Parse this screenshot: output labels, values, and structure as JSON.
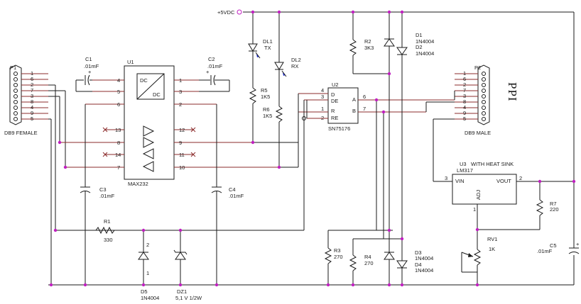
{
  "diagram": {
    "power_label": "+5VDC",
    "side_label": "PPI",
    "parts": {
      "P1": {
        "ref": "P1",
        "name": "DB9 FEMALE",
        "pins": [
          "1",
          "6",
          "2",
          "7",
          "3",
          "8",
          "4",
          "9",
          "5"
        ]
      },
      "P2": {
        "ref": "P2",
        "name": "DB9 MALE",
        "pins": [
          "1",
          "6",
          "2",
          "7",
          "3",
          "8",
          "4",
          "9",
          "5"
        ]
      },
      "U1": {
        "ref": "U1",
        "name": "MAX232",
        "dc1": "DC",
        "dc2": "DC",
        "left_pins": [
          "4",
          "5",
          "6",
          "13",
          "8",
          "14",
          "7"
        ],
        "right_pins": [
          "1",
          "3",
          "2",
          "12",
          "9",
          "11",
          "10"
        ]
      },
      "U2": {
        "ref": "U2",
        "name": "SN75176",
        "pin_d": "D",
        "pin_de": "DE",
        "pin_r": "R",
        "pin_re": "RE",
        "pin_a": "A",
        "pin_b": "B",
        "left_pins": [
          "4",
          "3",
          "1",
          "2"
        ],
        "right_pins": [
          "6",
          "7"
        ]
      },
      "U3": {
        "ref": "U3",
        "note": "WITH HEAT SINK",
        "name": "LM317",
        "vin": "VIN",
        "vout": "VOUT",
        "adj": "ADJ",
        "pin_vin": "3",
        "pin_vout": "2",
        "pin_adj": "1"
      },
      "C1": {
        "ref": "C1",
        "value": ".01mF"
      },
      "C2": {
        "ref": "C2",
        "value": ".01mF"
      },
      "C3": {
        "ref": "C3",
        "value": ".01mF"
      },
      "C4": {
        "ref": "C4",
        "value": ".01mF"
      },
      "C5": {
        "ref": "C5",
        "value": ".01mF"
      },
      "DL1": {
        "ref": "DL1",
        "value": "TX"
      },
      "DL2": {
        "ref": "DL2",
        "value": "RX"
      },
      "R1": {
        "ref": "R1",
        "value": "330"
      },
      "R2": {
        "ref": "R2",
        "value": "3K3"
      },
      "R3": {
        "ref": "R3",
        "value": "270"
      },
      "R4": {
        "ref": "R4",
        "value": "270"
      },
      "R5": {
        "ref": "R5",
        "value": "1K5"
      },
      "R6": {
        "ref": "R6",
        "value": "1K5"
      },
      "R7": {
        "ref": "R7",
        "value": "220"
      },
      "RV1": {
        "ref": "RV1",
        "value": "1K"
      },
      "D1": {
        "ref": "D1",
        "value": "1N4004"
      },
      "D2": {
        "ref": "D2",
        "value": "1N4004"
      },
      "D3": {
        "ref": "D3",
        "value": "1N4004"
      },
      "D4": {
        "ref": "D4",
        "value": "1N4004"
      },
      "D5": {
        "ref": "D5",
        "value": "1N4004",
        "pin_top": "2",
        "pin_bot": "1"
      },
      "DZ1": {
        "ref": "DZ1",
        "value": "5,1 V 1/2W"
      }
    }
  }
}
